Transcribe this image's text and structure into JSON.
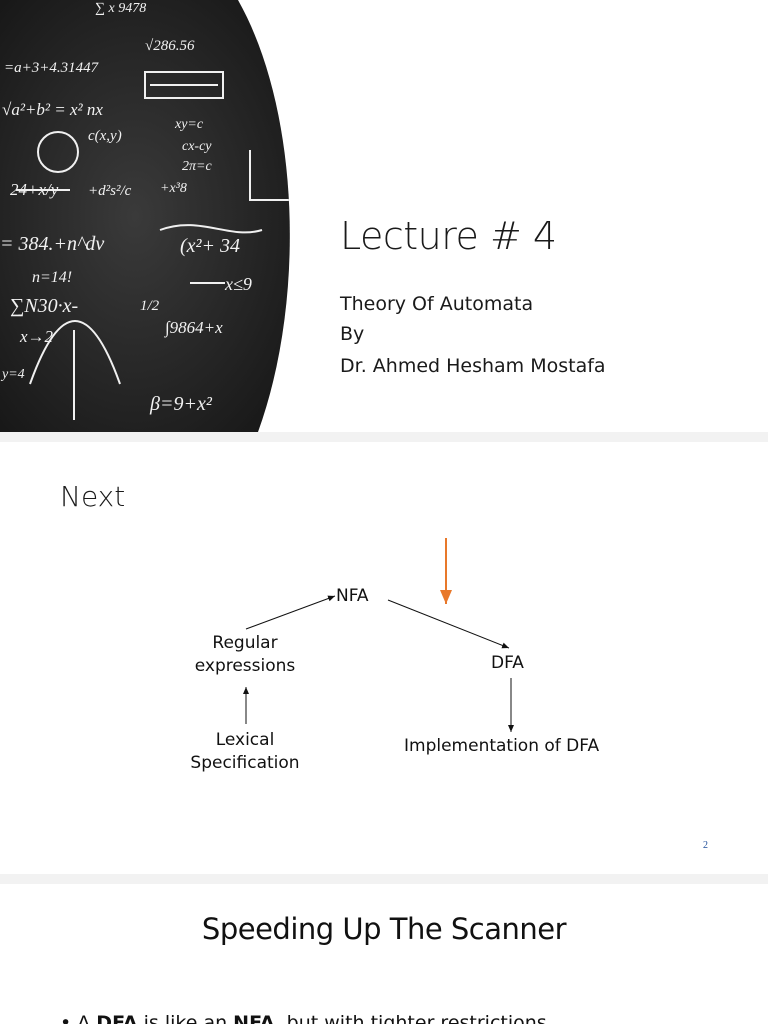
{
  "slide1": {
    "title": "Lecture # 4",
    "subtitle_lines": [
      "Theory Of Automata",
      "By",
      "Dr. Ahmed Hesham Mostafa"
    ],
    "chalkboard_formulas": [
      "=a+3+4.31447",
      "√a²+b² = x² nx",
      "c(x,y)",
      "xy=c",
      "cx-cy",
      "2π=c",
      "24+x/y",
      "+d²s²/c",
      "+x³8",
      "= 384.+n^dv",
      "(x²+ 34",
      "n=14!",
      "∑N30·x-",
      "1/2",
      "∫9864+x",
      "x→2",
      "x≤9",
      "y=4",
      "β=9+x²",
      "√286.56",
      "∑ x 9478"
    ]
  },
  "slide2": {
    "title": "Next",
    "nodes": {
      "nfa": "NFA",
      "regex_line1": "Regular",
      "regex_line2": "expressions",
      "dfa": "DFA",
      "lexical_line1": "Lexical",
      "lexical_line2": "Specification",
      "impl": "Implementation of DFA"
    },
    "pointer_color": "#e8782a",
    "page_number": "2"
  },
  "slide3": {
    "title": "Speeding Up The Scanner",
    "bullet": {
      "p1": "A ",
      "b1": "DFA",
      "p2": " is like an ",
      "b2": "NFA",
      "p3": ", but with tighter restrictions"
    }
  }
}
